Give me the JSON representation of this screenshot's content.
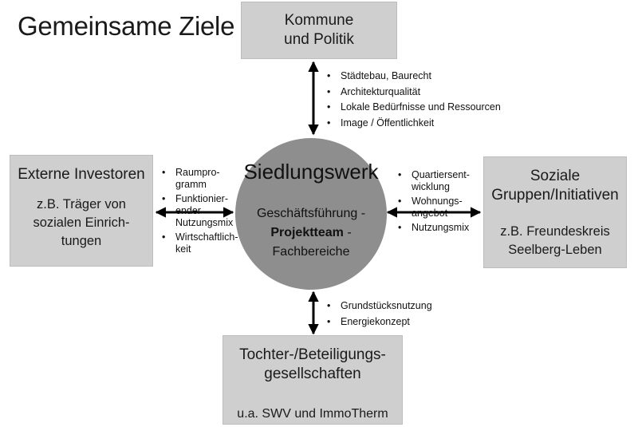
{
  "title": "Gemeinsame Ziele",
  "center": {
    "name": "Siedlungswerk",
    "line1": "Geschäftsführung -",
    "line2_bold": "Projektteam",
    "line2_rest": " -",
    "line3": "Fachbereiche"
  },
  "top_box": {
    "line1": "Kommune",
    "line2": "und Politik"
  },
  "left_box": {
    "title": "Externe Investoren",
    "sub1": "z.B. Träger von",
    "sub2": "sozialen Einrich-",
    "sub3": "tungen"
  },
  "right_box": {
    "title1": "Soziale",
    "title2": "Gruppen/Initiativen",
    "sub1": "z.B. Freundeskreis",
    "sub2": "Seelberg-Leben"
  },
  "bottom_box": {
    "title1": "Tochter-/Beteiligungs-",
    "title2": "gesellschaften",
    "sub": "u.a. SWV und ImmoTherm"
  },
  "top_bullets": [
    "Städtebau, Baurecht",
    "Architekturqualität",
    "Lokale Bedürfnisse und Ressourcen",
    "Image / Öffentlichkeit"
  ],
  "left_bullets": [
    [
      "Raumpro-",
      "gramm"
    ],
    [
      "Funktionier-",
      "ender",
      "Nutzungsmix"
    ],
    [
      "Wirtschaftlich-",
      "keit"
    ]
  ],
  "right_bullets": [
    [
      "Quartiersent-",
      "wicklung"
    ],
    [
      "Wohnungs-",
      "angebot"
    ],
    [
      "Nutzungsmix"
    ]
  ],
  "bottom_bullets": [
    "Grundstücksnutzung",
    "Energiekonzept"
  ]
}
